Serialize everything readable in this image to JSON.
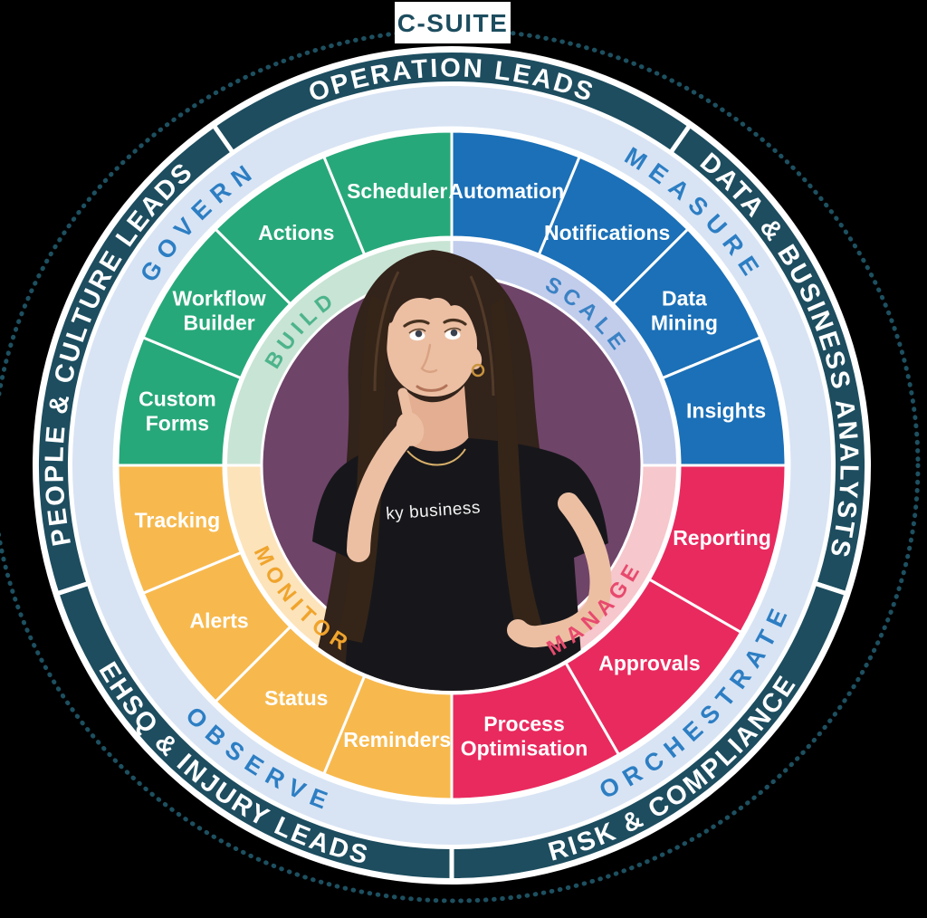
{
  "title_badge": {
    "label": "C-SUITE"
  },
  "outer_ring": {
    "segments": [
      {
        "label": "OPERATION LEADS",
        "start": -35,
        "end": 35,
        "flip": false
      },
      {
        "label": "DATA & BUSINESS ANALYSTS",
        "start": 35,
        "end": 108,
        "flip": false
      },
      {
        "label": "RISK & COMPLIANCE",
        "start": 108,
        "end": 180,
        "flip": true
      },
      {
        "label": "EHSQ & INJURY LEADS",
        "start": 180,
        "end": 252,
        "flip": true
      },
      {
        "label": "PEOPLE & CULTURE LEADS",
        "start": 252,
        "end": 325,
        "flip": false
      }
    ]
  },
  "ring_words": [
    {
      "label": "GOVERN",
      "angle": 314,
      "flip": false
    },
    {
      "label": "MEASURE",
      "angle": 44,
      "flip": false
    },
    {
      "label": "ORCHESTRATE",
      "angle": 134,
      "flip": true
    },
    {
      "label": "OBSERVE",
      "angle": 213,
      "flip": true
    }
  ],
  "quadrants": [
    {
      "name": "BUILD",
      "color": "#27a87a",
      "pale": "#c8e4d4",
      "word_color": "#4db48b",
      "word_angle": 312,
      "word_flip": false,
      "start": 270,
      "end": 360,
      "segments": [
        {
          "label": "Custom Forms",
          "lines": [
            "Custom",
            "Forms"
          ]
        },
        {
          "label": "Workflow Builder",
          "lines": [
            "Workflow",
            "Builder"
          ]
        },
        {
          "label": "Actions",
          "lines": [
            "Actions"
          ]
        },
        {
          "label": "Scheduler",
          "lines": [
            "Scheduler"
          ]
        }
      ]
    },
    {
      "name": "SCALE",
      "color": "#1b70b7",
      "pale": "#c2cdec",
      "word_color": "#3b82c4",
      "word_angle": 42,
      "word_flip": false,
      "start": 0,
      "end": 90,
      "segments": [
        {
          "label": "Automation",
          "lines": [
            "Automation"
          ]
        },
        {
          "label": "Notifications",
          "lines": [
            "Notifications"
          ]
        },
        {
          "label": "Data Mining",
          "lines": [
            "Data",
            "Mining"
          ]
        },
        {
          "label": "Insights",
          "lines": [
            "Insights"
          ]
        }
      ]
    },
    {
      "name": "MANAGE",
      "color": "#e92a5e",
      "pale": "#f6c7cc",
      "word_color": "#e84a6e",
      "word_angle": 135,
      "word_flip": true,
      "start": 90,
      "end": 180,
      "segments": [
        {
          "label": "Reporting",
          "lines": [
            "Reporting"
          ]
        },
        {
          "label": "Approvals",
          "lines": [
            "Approvals"
          ]
        },
        {
          "label": "Process Optimisation",
          "lines": [
            "Process",
            "Optimisation"
          ]
        }
      ]
    },
    {
      "name": "MONITOR",
      "color": "#f7b94e",
      "pale": "#fce3ba",
      "word_color": "#f0a42c",
      "word_angle": 228,
      "word_flip": true,
      "start": 180,
      "end": 270,
      "segments": [
        {
          "label": "Reminders",
          "lines": [
            "Reminders"
          ]
        },
        {
          "label": "Status",
          "lines": [
            "Status"
          ]
        },
        {
          "label": "Alerts",
          "lines": [
            "Alerts"
          ]
        },
        {
          "label": "Tracking",
          "lines": [
            "Tracking"
          ]
        }
      ]
    }
  ],
  "figure": {
    "shirt_text": "ky business"
  },
  "colors": {
    "outer_ring": "#1d4d5f",
    "mid_ring_bg": "#d8e4f4",
    "mid_ring_text": "#2d7ec3",
    "dotted": "#1d5060",
    "center_bg": "#6f4469",
    "badge_bg": "#ffffff",
    "badge_text": "#1d4d5f",
    "segment_text": "#ffffff",
    "outer_text": "#ffffff"
  }
}
